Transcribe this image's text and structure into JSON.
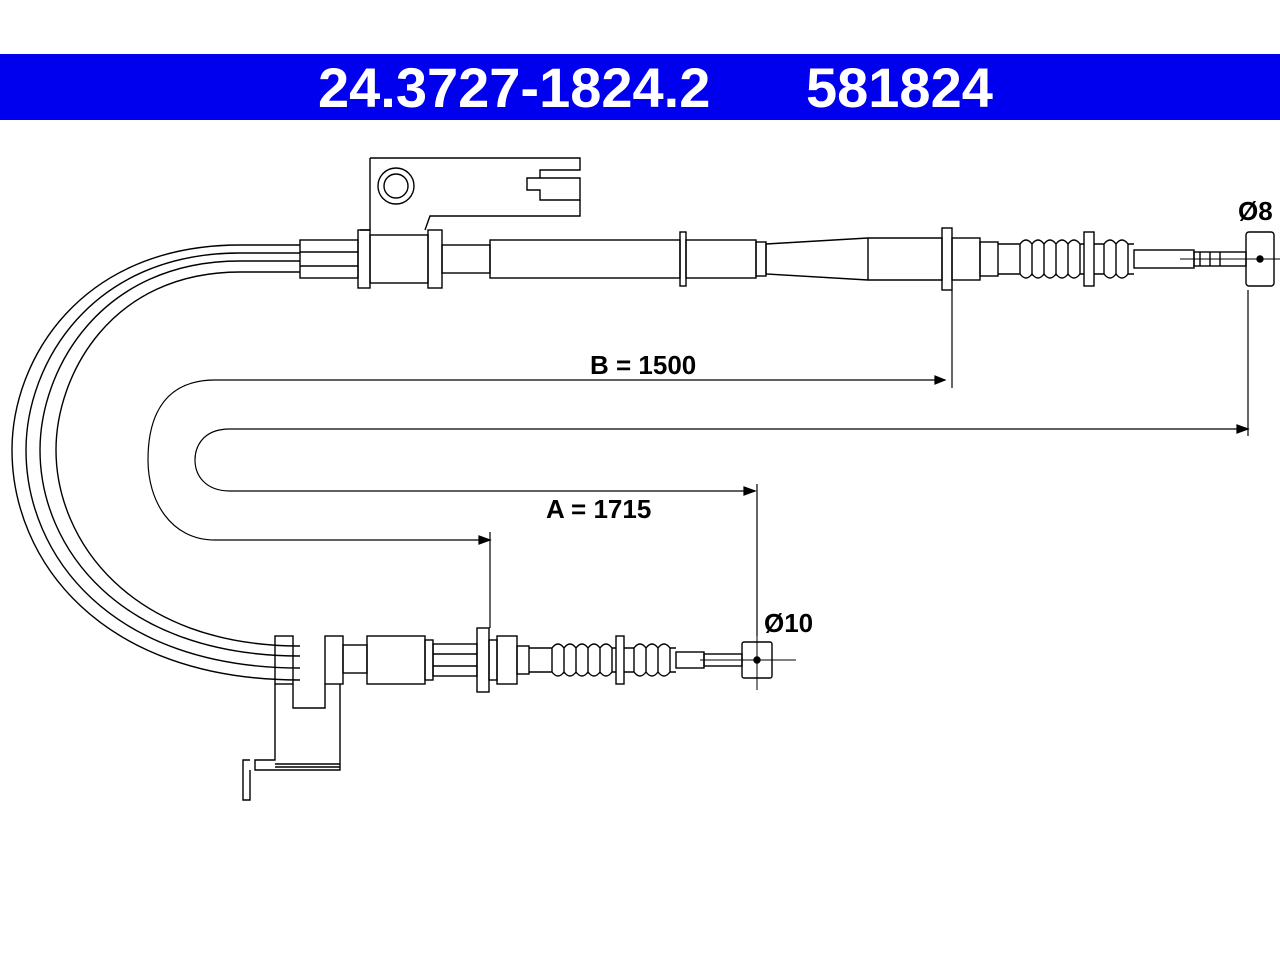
{
  "header": {
    "part_number": "24.3727-1824.2",
    "ref_number": "581824",
    "background_color": "#0000ee",
    "text_color": "#ffffff"
  },
  "dimensions": {
    "b_label": "B = 1500",
    "a_label": "A = 1715",
    "d_end_right": "Ø8",
    "d_end_bottom": "Ø10"
  }
}
